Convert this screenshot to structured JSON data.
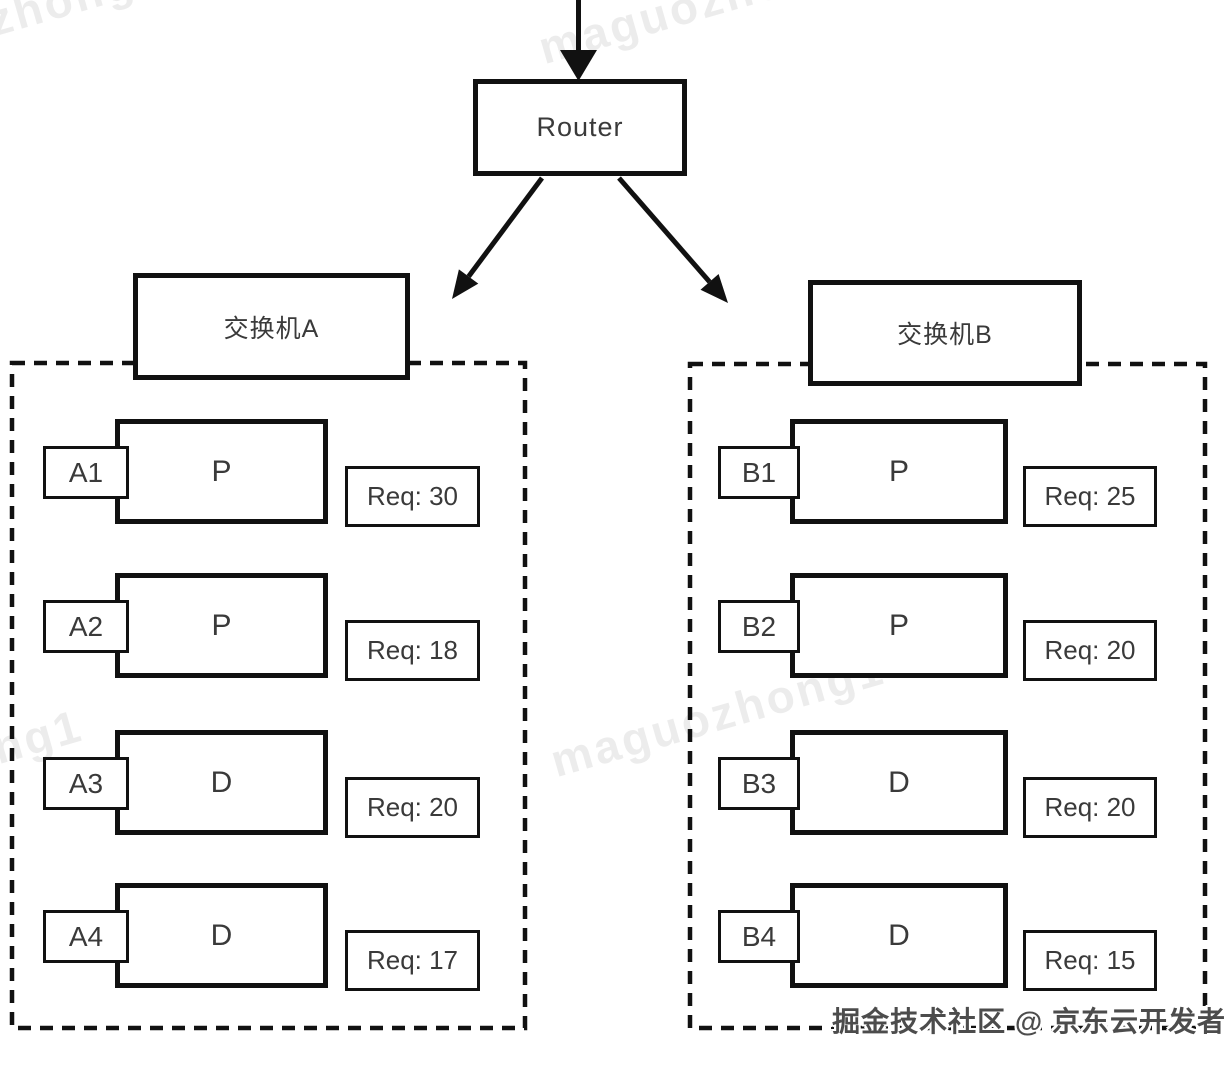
{
  "diagram": {
    "router": {
      "label": "Router"
    },
    "switches": [
      {
        "label": "交换机A",
        "rows": [
          {
            "id": "A1",
            "type": "P",
            "req": "Req: 30"
          },
          {
            "id": "A2",
            "type": "P",
            "req": "Req: 18"
          },
          {
            "id": "A3",
            "type": "D",
            "req": "Req: 20"
          },
          {
            "id": "A4",
            "type": "D",
            "req": "Req: 17"
          }
        ]
      },
      {
        "label": "交换机B",
        "rows": [
          {
            "id": "B1",
            "type": "P",
            "req": "Req: 25"
          },
          {
            "id": "B2",
            "type": "P",
            "req": "Req: 20"
          },
          {
            "id": "B3",
            "type": "D",
            "req": "Req: 20"
          },
          {
            "id": "B4",
            "type": "D",
            "req": "Req: 15"
          }
        ]
      }
    ],
    "watermark_diagonal": "maguozhong1",
    "watermark_footer": "掘金技术社区 @ 京东云开发者",
    "colors": {
      "stroke": "#111111",
      "text": "#3a3a3a",
      "background": "#ffffff",
      "footer_watermark": "#4c4c4c"
    }
  }
}
